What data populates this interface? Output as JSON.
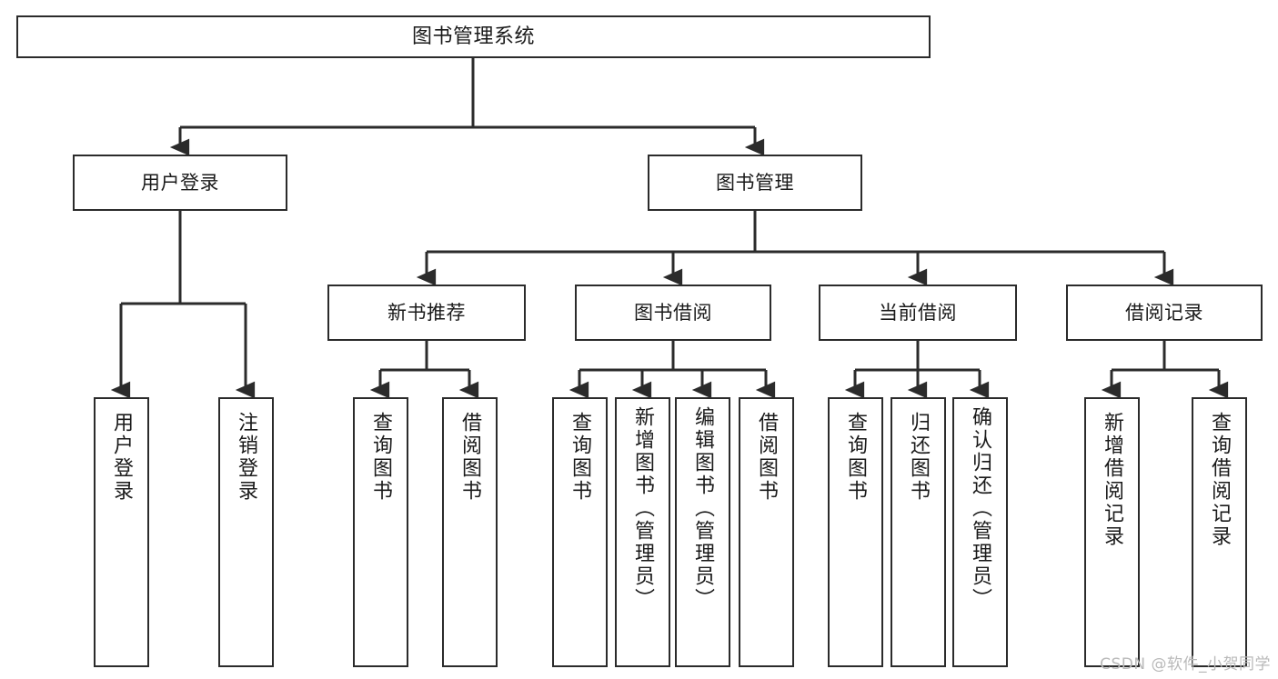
{
  "diagram": {
    "type": "tree-hierarchy",
    "title": "图书管理系统",
    "stroke_color": "#2b2b2b",
    "fill_color": "#ffffff",
    "text_color": "#1a1a1a"
  },
  "nodes": {
    "root": {
      "label": "图书管理系统"
    },
    "level2": [
      {
        "label": "用户登录"
      },
      {
        "label": "图书管理"
      }
    ],
    "level3": [
      {
        "label": "新书推荐"
      },
      {
        "label": "图书借阅"
      },
      {
        "label": "当前借阅"
      },
      {
        "label": "借阅记录"
      }
    ],
    "leaves": {
      "user_login": [
        {
          "label": "用户登录"
        },
        {
          "label": "注销登录"
        }
      ],
      "new_book": [
        {
          "label": "查询图书"
        },
        {
          "label": "借阅图书"
        }
      ],
      "borrow_book": [
        {
          "label": "查询图书"
        },
        {
          "label": "新增图书（管理员）"
        },
        {
          "label": "编辑图书（管理员）"
        },
        {
          "label": "借阅图书"
        }
      ],
      "current_borrow": [
        {
          "label": "查询图书"
        },
        {
          "label": "归还图书"
        },
        {
          "label": "确认归还（管理员）"
        }
      ],
      "borrow_record": [
        {
          "label": "新增借阅记录"
        },
        {
          "label": "查询借阅记录"
        }
      ]
    }
  },
  "watermark": {
    "text": "CSDN @软件_小贺同学"
  }
}
